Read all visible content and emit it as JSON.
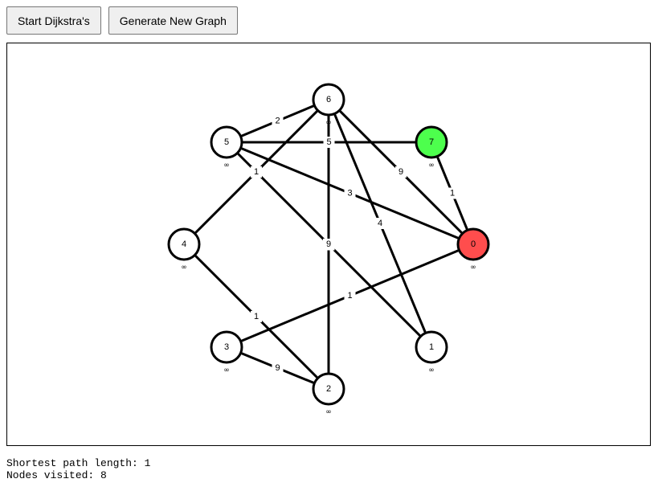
{
  "toolbar": {
    "start_label": "Start Dijkstra's",
    "generate_label": "Generate New Graph"
  },
  "graph": {
    "nodes": [
      {
        "id": "0",
        "distance": "∞",
        "state": "source",
        "color": "#ff4d4d"
      },
      {
        "id": "1",
        "distance": "∞",
        "state": "default",
        "color": "#ffffff"
      },
      {
        "id": "2",
        "distance": "∞",
        "state": "default",
        "color": "#ffffff"
      },
      {
        "id": "3",
        "distance": "∞",
        "state": "default",
        "color": "#ffffff"
      },
      {
        "id": "4",
        "distance": "∞",
        "state": "default",
        "color": "#ffffff"
      },
      {
        "id": "5",
        "distance": "∞",
        "state": "default",
        "color": "#ffffff"
      },
      {
        "id": "6",
        "distance": "∞",
        "state": "default",
        "color": "#ffffff"
      },
      {
        "id": "7",
        "distance": "∞",
        "state": "target",
        "color": "#4dff4d"
      }
    ],
    "edges": [
      {
        "from": "5",
        "to": "6",
        "weight": "2"
      },
      {
        "from": "5",
        "to": "7",
        "weight": "5"
      },
      {
        "from": "5",
        "to": "0",
        "weight": "3"
      },
      {
        "from": "5",
        "to": "1",
        "weight": "9"
      },
      {
        "from": "6",
        "to": "4",
        "weight": "1"
      },
      {
        "from": "6",
        "to": "0",
        "weight": "9"
      },
      {
        "from": "6",
        "to": "1",
        "weight": "4"
      },
      {
        "from": "6",
        "to": "2",
        "weight": "9"
      },
      {
        "from": "7",
        "to": "0",
        "weight": "1"
      },
      {
        "from": "0",
        "to": "3",
        "weight": "1"
      },
      {
        "from": "4",
        "to": "2",
        "weight": "1"
      },
      {
        "from": "3",
        "to": "2",
        "weight": "9"
      }
    ]
  },
  "status": {
    "shortest_path": "Shortest path length: 1",
    "nodes_visited": "Nodes visited: 8"
  }
}
